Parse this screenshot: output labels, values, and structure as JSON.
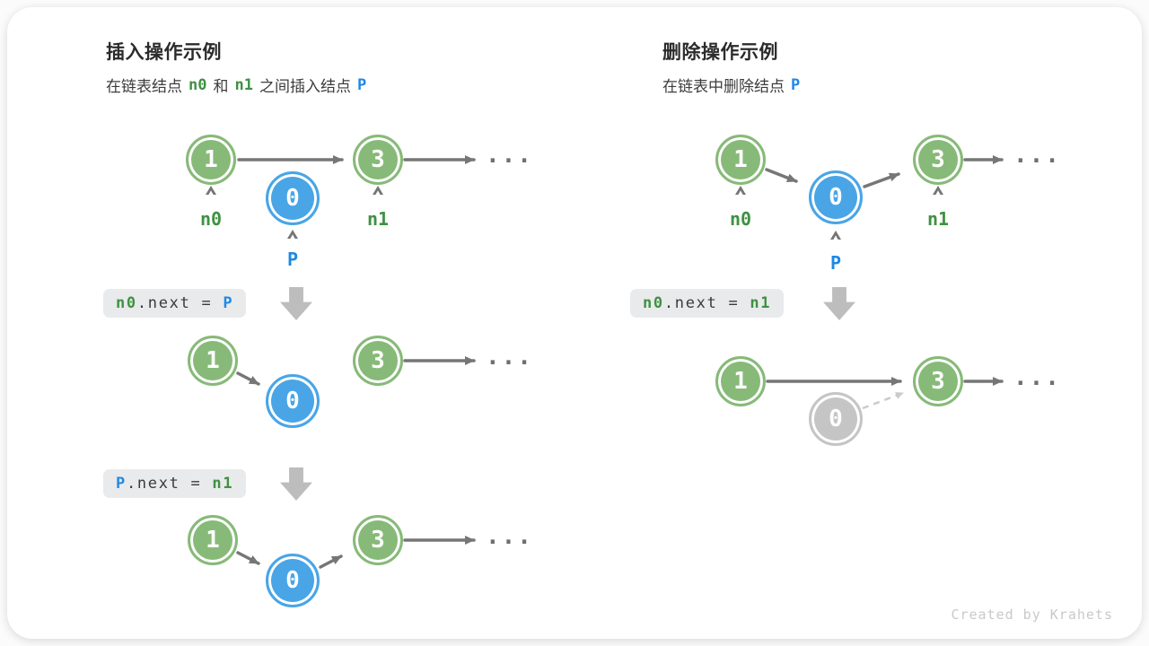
{
  "insert": {
    "title": "插入操作示例",
    "subtitle": [
      {
        "text": "在链表结点"
      },
      {
        "text": "n0"
      },
      {
        "text": "和"
      },
      {
        "text": "n1"
      },
      {
        "text": "之间插入结点"
      },
      {
        "text": "P"
      }
    ],
    "diagram1": {
      "node1": "1",
      "nodeP": "0",
      "node3": "3",
      "label_n0": "n0",
      "label_p": "P",
      "label_n1": "n1",
      "ellipsis": "..."
    },
    "code1": [
      {
        "text": "n0"
      },
      {
        "text": ".next = "
      },
      {
        "text": "P"
      }
    ],
    "diagram2": {
      "node1": "1",
      "nodeP": "0",
      "node3": "3",
      "ellipsis": "..."
    },
    "code2": [
      {
        "text": "P"
      },
      {
        "text": ".next = "
      },
      {
        "text": "n1"
      }
    ],
    "diagram3": {
      "node1": "1",
      "nodeP": "0",
      "node3": "3",
      "ellipsis": "..."
    }
  },
  "delete": {
    "title": "删除操作示例",
    "subtitle": [
      {
        "text": "在链表中删除结点"
      },
      {
        "text": "P"
      }
    ],
    "diagram1": {
      "node1": "1",
      "nodeP": "0",
      "node3": "3",
      "label_n0": "n0",
      "label_p": "P",
      "label_n1": "n1",
      "ellipsis": "..."
    },
    "code1": [
      {
        "text": "n0"
      },
      {
        "text": ".next = "
      },
      {
        "text": "n1"
      }
    ],
    "diagram2": {
      "node1": "1",
      "nodeP": "0",
      "node3": "3",
      "ellipsis": "..."
    }
  },
  "footer": {
    "credit": "Created by Krahets"
  },
  "colors": {
    "node_green": "#87ba78",
    "node_blue": "#49a5e6",
    "node_gray": "#c5c5c5",
    "text_green": "#3f9142",
    "text_blue": "#1e88e5",
    "arrow": "#767676",
    "arrow_dashed": "#cbcbcb",
    "code_bg": "#e9eaeb",
    "block_arrow": "#bdbdbd"
  }
}
